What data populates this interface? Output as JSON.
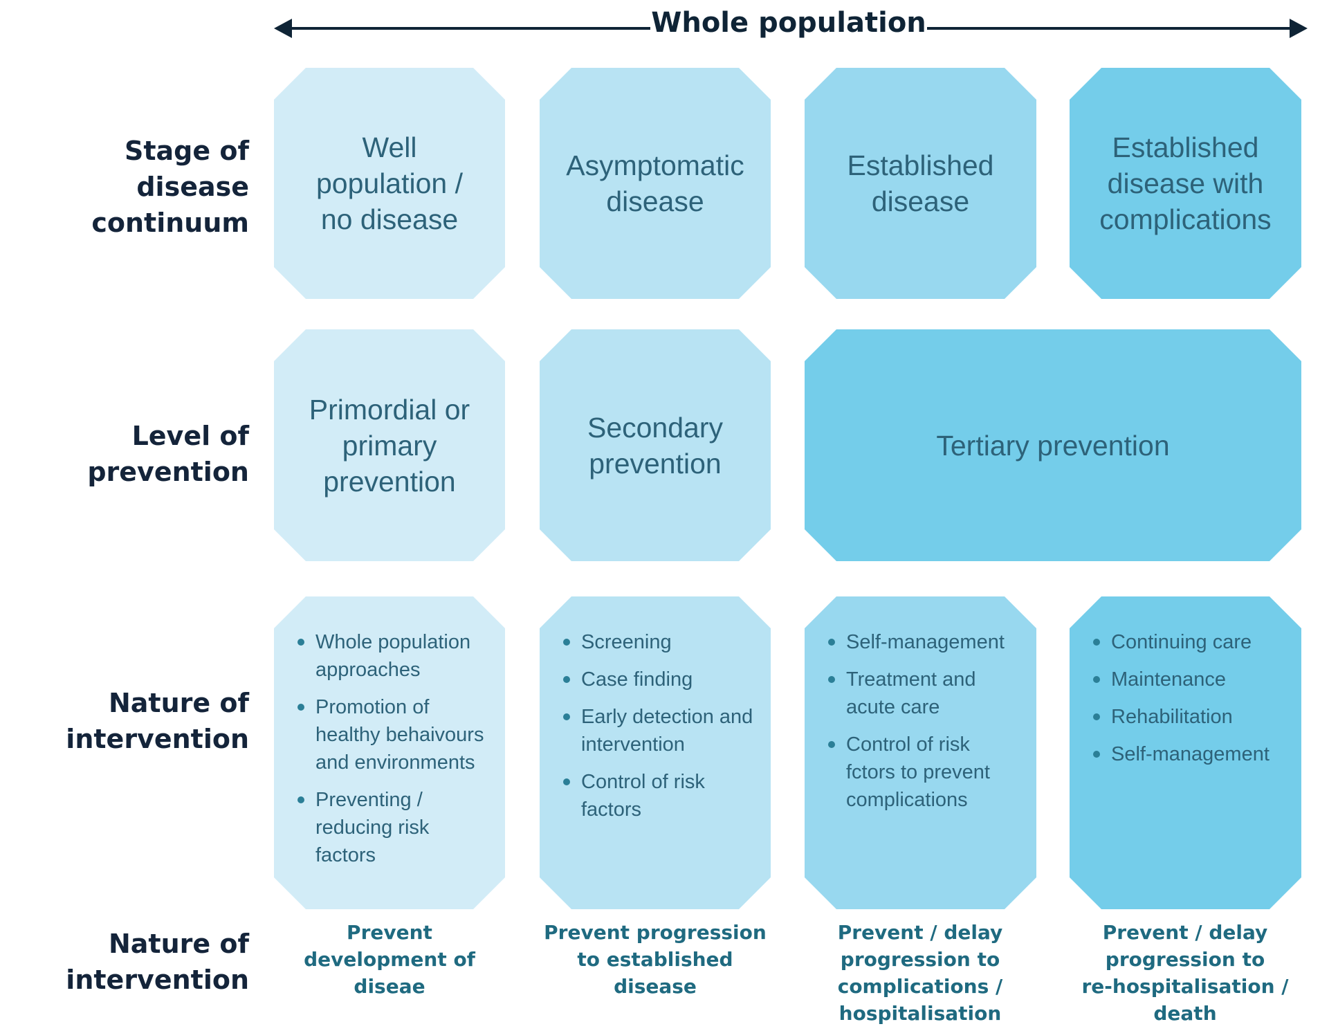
{
  "header": {
    "title": "Whole population"
  },
  "row_labels": [
    {
      "line1": "Stage of disease",
      "line2": "continuum"
    },
    {
      "line1": "Level of",
      "line2": "prevention"
    },
    {
      "line1": "Nature of",
      "line2": "intervention"
    },
    {
      "line1": "Nature of",
      "line2": "intervention"
    }
  ],
  "stages": [
    "Well\npopulation /\nno disease",
    "Asymptomatic\ndisease",
    "Established\ndisease",
    "Established\ndisease with\ncomplications"
  ],
  "prevention_levels": [
    "Primordial or\nprimary\nprevention",
    "Secondary\nprevention",
    "Tertiary prevention"
  ],
  "interventions": [
    [
      "Whole population approaches",
      "Promotion of healthy behaivours and environments",
      "Preventing / reducing risk factors"
    ],
    [
      "Screening",
      "Case finding",
      "Early detection and intervention",
      "Control of risk factors"
    ],
    [
      "Self-management",
      "Treatment and acute care",
      "Control of risk fctors to prevent complications"
    ],
    [
      "Continuing care",
      "Maintenance",
      "Rehabilitation",
      "Self-management"
    ]
  ],
  "outcomes": [
    "Prevent\ndevelopment of\ndiseae",
    "Prevent progression\nto established disease",
    "Prevent / delay\nprogression to\ncomplications /\nhospitalisation",
    "Prevent / delay\nprogression to\nre-hospitalisation /\ndeath"
  ],
  "colors": {
    "col1": "#d2ecf7",
    "col2": "#b8e3f3",
    "col3": "#98d8ef",
    "col4": "#74cdea",
    "label_text": "#14243a",
    "box_text": "#2d6279",
    "outcome_text": "#1f6a80"
  }
}
